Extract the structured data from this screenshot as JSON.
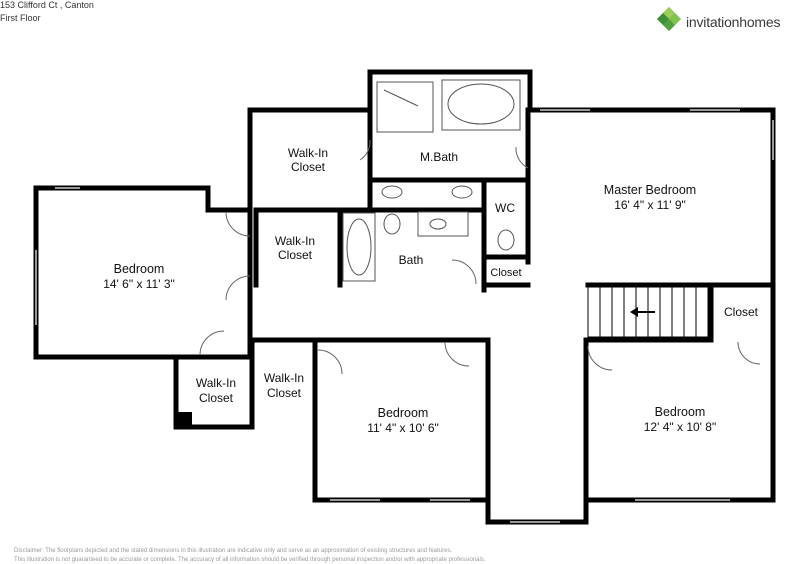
{
  "header": {
    "address": "153 Clifford Ct , Canton",
    "floor": "First Floor"
  },
  "brand": {
    "name": "invitationhomes",
    "colors": {
      "green": "#6cbd45",
      "dark_green": "#3f8f3a",
      "light_green": "#9ccc5a",
      "text": "#3a3a3a"
    }
  },
  "rooms": {
    "walkin_top": {
      "line1": "Walk-In",
      "line2": "Closet"
    },
    "mbath": {
      "name": "M.Bath"
    },
    "master": {
      "name": "Master Bedroom",
      "dims": "16' 4\" x 11' 9\""
    },
    "wc": {
      "name": "WC"
    },
    "closet_small": {
      "name": "Closet"
    },
    "bedroom_left": {
      "name": "Bedroom",
      "dims": "14' 6\" x 11' 3\""
    },
    "walkin_mid": {
      "line1": "Walk-In",
      "line2": "Closet"
    },
    "bath": {
      "name": "Bath"
    },
    "closet_right": {
      "name": "Closet"
    },
    "walkin_bl": {
      "line1": "Walk-In",
      "line2": "Closet"
    },
    "walkin_bm": {
      "line1": "Walk-In",
      "line2": "Closet"
    },
    "bedroom_mid": {
      "name": "Bedroom",
      "dims": "11' 4\" x 10' 6\""
    },
    "bedroom_right": {
      "name": "Bedroom",
      "dims": "12' 4\" x 10' 8\""
    }
  },
  "disclaimer": {
    "line1": "Disclaimer: The floorplans depicted and the stated dimensions in this illustration are indicative only and serve as an approximation of existing structures and features.",
    "line2": "This illustration is not guaranteed to be accurate or complete. The accuracy of all information should be verified through personal inspection and/or with appropriate professionals."
  }
}
